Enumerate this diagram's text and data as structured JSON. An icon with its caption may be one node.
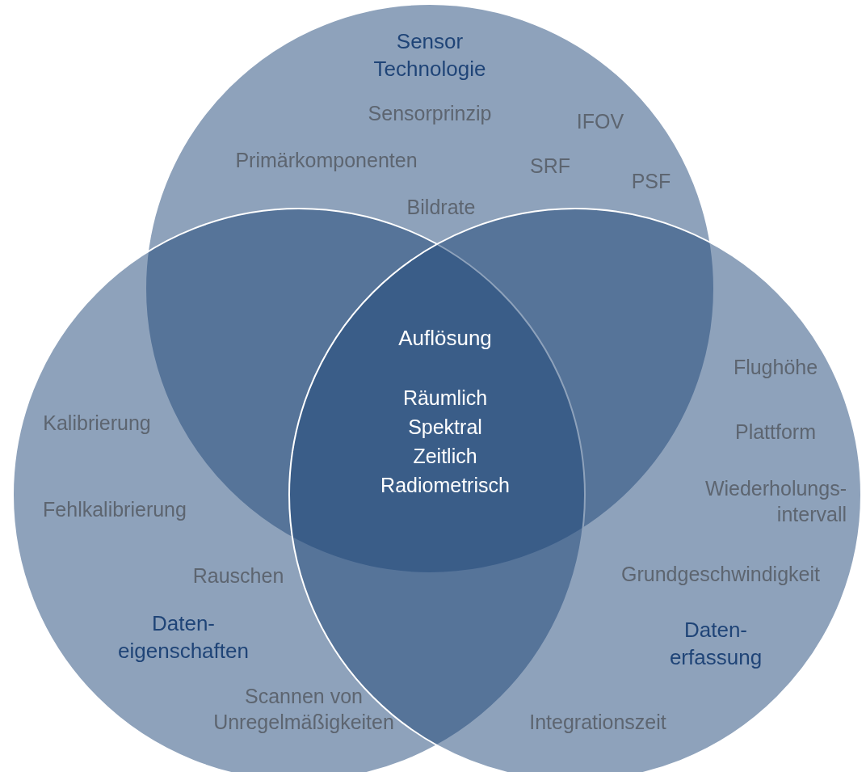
{
  "diagram": {
    "nodes": [
      {
        "text": [
          "Sensor Technologie",
          "Sensorprinzip",
          "IFOV",
          "Primärkomponenten",
          "SRF",
          "PSF",
          "Bildrate"
        ]
      },
      {
        "text": [
          "Kalibrierung",
          "Fehlkalibrierung",
          "Rauschen",
          "Daten- eigenschaften",
          "Scannen von Unregelmäßigkeiten"
        ]
      },
      {
        "text": [
          "Flughöhe",
          "Plattform",
          "Wiederholungs- intervall",
          "Grundgeschwindigkeit",
          "Daten- erfassung",
          "Integrationszeit"
        ]
      },
      {
        "text": [
          "Auflösung",
          "Räumlich",
          "Spektral",
          "Zeitlich",
          "Radiometrisch"
        ]
      }
    ]
  }
}
